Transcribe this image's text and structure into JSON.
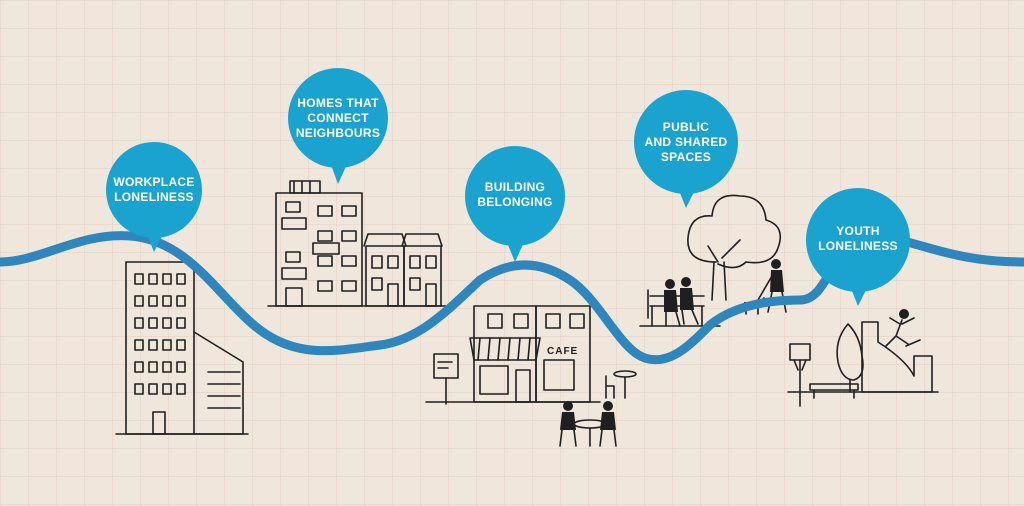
{
  "colors": {
    "background": "#efe6dc",
    "grid": "#e3cfc4",
    "path": "#2f86bd",
    "bubble": "#1aa3cf",
    "ink": "#1f1f1f",
    "label_text": "#ffffff"
  },
  "bubbles": [
    {
      "id": "workplace",
      "lines": [
        "WORKPLACE",
        "LONELINESS"
      ]
    },
    {
      "id": "homes",
      "lines": [
        "HOMES THAT",
        "CONNECT",
        "NEIGHBOURS"
      ]
    },
    {
      "id": "building",
      "lines": [
        "BUILDING",
        "BELONGING"
      ]
    },
    {
      "id": "public",
      "lines": [
        "PUBLIC",
        "AND SHARED",
        "SPACES"
      ]
    },
    {
      "id": "youth",
      "lines": [
        "YOUTH",
        "LONELINESS"
      ]
    }
  ],
  "cafe_sign": "CAFE"
}
